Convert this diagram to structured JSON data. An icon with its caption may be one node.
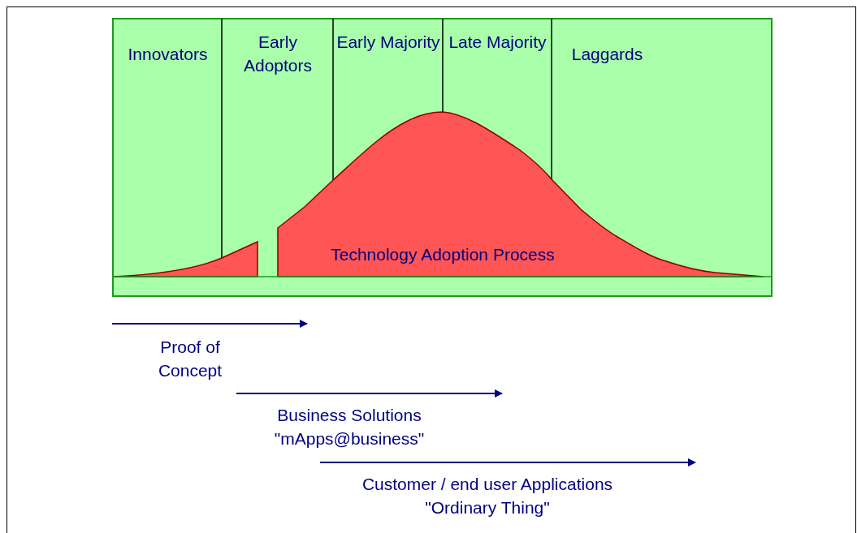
{
  "diagram": {
    "nodes": [
      {
        "text": [
          "Innovators"
        ]
      },
      {
        "text": [
          "Early Adoptors"
        ]
      },
      {
        "text": [
          "Early Majority"
        ]
      },
      {
        "text": [
          "Late Majority"
        ]
      },
      {
        "text": [
          "Laggards"
        ]
      },
      {
        "text": [
          "Technology Adoption Process"
        ]
      }
    ],
    "labels": [
      "Proof of Concept",
      "Business Solutions \"mApps@business\"",
      "Customer / end user Applications \"Ordinary Thing\""
    ]
  }
}
